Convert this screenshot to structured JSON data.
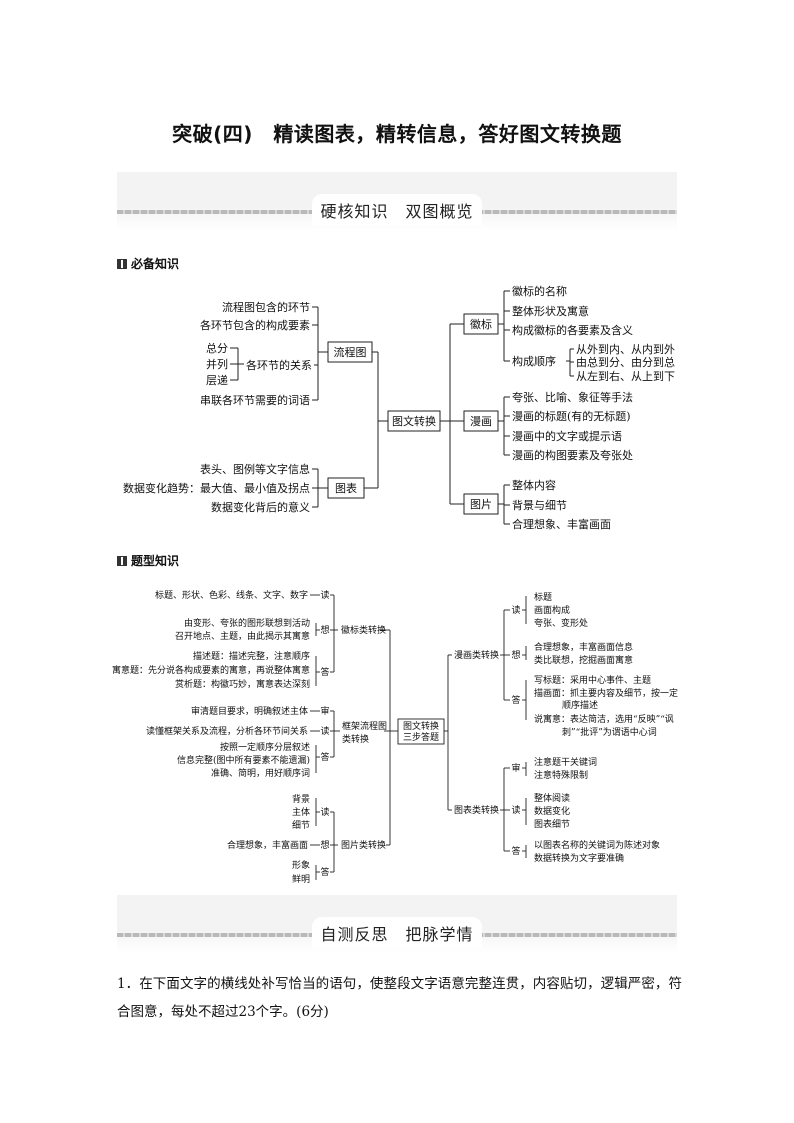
{
  "title": "突破(四)　精读图表，精转信息，答好图文转换题",
  "banner1": "硬核知识　双图概览",
  "section1": "必备知识",
  "section2": "题型知识",
  "banner2": "自测反思　把脉学情",
  "diagram1": {
    "center": "图文转换",
    "liucheng": {
      "label": "流程图",
      "items": [
        "流程图包含的环节",
        "各环节包含的构成要素",
        "各环节的关系",
        "串联各环节需要的词语"
      ],
      "sub": [
        "总分",
        "并列",
        "层递"
      ]
    },
    "tubiao": {
      "label": "图表",
      "items": [
        "表头、图例等文字信息",
        "数据变化趋势：最大值、最小值及拐点",
        "数据变化背后的意义"
      ]
    },
    "huibiao": {
      "label": "徽标",
      "items": [
        "徽标的名称",
        "整体形状及寓意",
        "构成徽标的各要素及含义",
        "构成顺序"
      ],
      "sub": [
        "从外到内、从内到外",
        "由总到分、由分到总",
        "从左到右、从上到下"
      ]
    },
    "manhua": {
      "label": "漫画",
      "items": [
        "夸张、比喻、象征等手法",
        "漫画的标题(有的无标题)",
        "漫画中的文字或提示语",
        "漫画的构图要素及夸张处"
      ]
    },
    "tupian": {
      "label": "图片",
      "items": [
        "整体内容",
        "背景与细节",
        "合理想象、丰富画面"
      ]
    }
  },
  "diagram2": {
    "center": [
      "图文转换",
      "三步答题"
    ],
    "huibiao": {
      "label": "徽标类转换",
      "read": "读",
      "read_text": "标题、形状、色彩、线条、文字、数字",
      "think": "想",
      "think_text": [
        "由变形、夸张的图形联想到活动",
        "召开地点、主题，由此揭示其寓意"
      ],
      "answer": "答",
      "answer_text": [
        "描述题：描述完整，注意顺序",
        "寓意题：先分说各构成要素的寓意，再说整体寓意",
        "赏析题：构徽巧妙，寓意表达深刻"
      ]
    },
    "kuangjia": {
      "label": [
        "框架流程图",
        "类转换"
      ],
      "shen": "审",
      "shen_text": "审清题目要求，明确叙述主体",
      "read": "读",
      "read_text": "读懂框架关系及流程，分析各环节间关系",
      "answer": "答",
      "answer_text": [
        "按照一定顺序分层叙述",
        "信息完整(图中所有要素不能遗漏)",
        "准确、简明，用好顺序词"
      ]
    },
    "tupian": {
      "label": "图片类转换",
      "read": "读",
      "read_text": [
        "背景",
        "主体",
        "细节"
      ],
      "think": "想",
      "think_text": "合理想象，丰富画面",
      "answer": "答",
      "answer_text": [
        "形象",
        "鲜明"
      ]
    },
    "manhua": {
      "label": "漫画类转换",
      "read": "读",
      "read_text": [
        "标题",
        "画面构成",
        "夸张、变形处"
      ],
      "think": "想",
      "think_text": [
        "合理想象，丰富画面信息",
        "类比联想，挖掘画面寓意"
      ],
      "answer": "答",
      "answer_text": [
        "写标题：采用中心事件、主题",
        "描画面：抓主要内容及细节，按一定",
        "顺序描述",
        "说寓意：表达简洁，选用“反映”“讽",
        "刺”“批评”为谓语中心词"
      ]
    },
    "tubiao": {
      "label": "图表类转换",
      "shen": "审",
      "shen_text": [
        "注意题干关键词",
        "注意特殊限制"
      ],
      "read": "读",
      "read_text": [
        "整体阅读",
        "数据变化",
        "图表细节"
      ],
      "answer": "答",
      "answer_text": [
        "以图表名称的关键词为陈述对象",
        "数据转换为文字要准确"
      ]
    }
  },
  "question": "1．在下面文字的横线处补写恰当的语句，使整段文字语意完整连贯，内容贴切，逻辑严密，符合图意，每处不超过23个字。(6分)"
}
